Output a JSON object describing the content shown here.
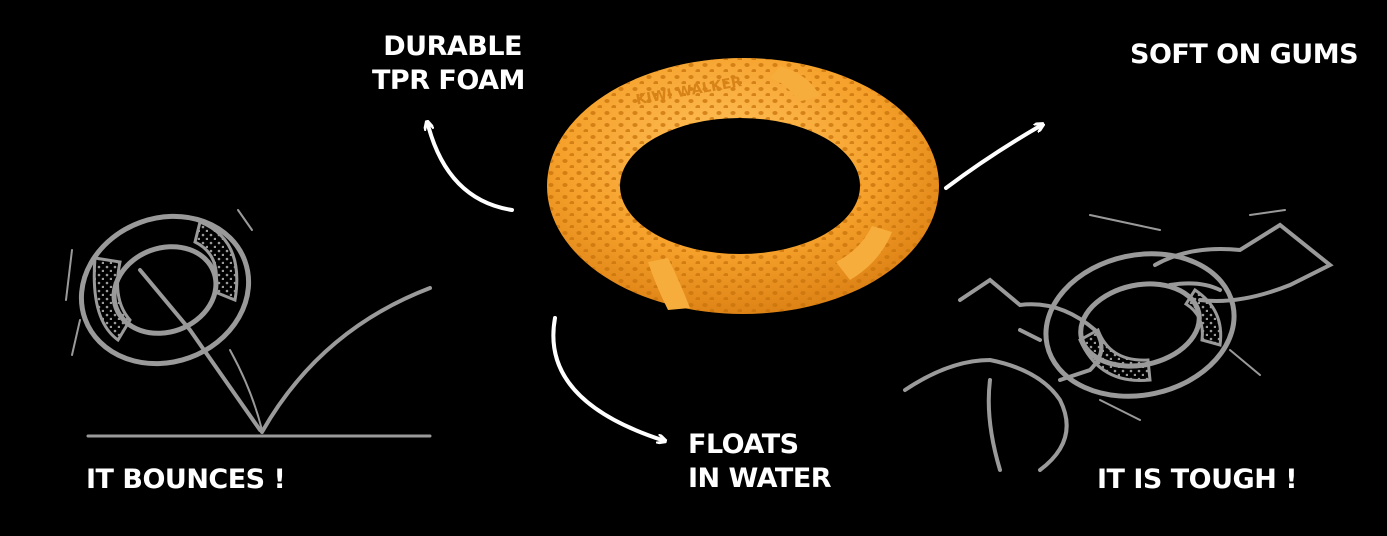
{
  "features": {
    "durable": [
      "DURABLE",
      "TPR FOAM"
    ],
    "soft": "SOFT ON GUMS",
    "floats": [
      "FLOATS",
      "IN WATER"
    ],
    "bounces": "IT BOUNCES !",
    "tough": "IT IS TOUGH !"
  },
  "product": {
    "color": "#f5a02a",
    "ring_text": "KIWI WALKER"
  },
  "colors": {
    "background": "#000000",
    "text": "#ffffff",
    "sketch": "#9a9a9a"
  }
}
